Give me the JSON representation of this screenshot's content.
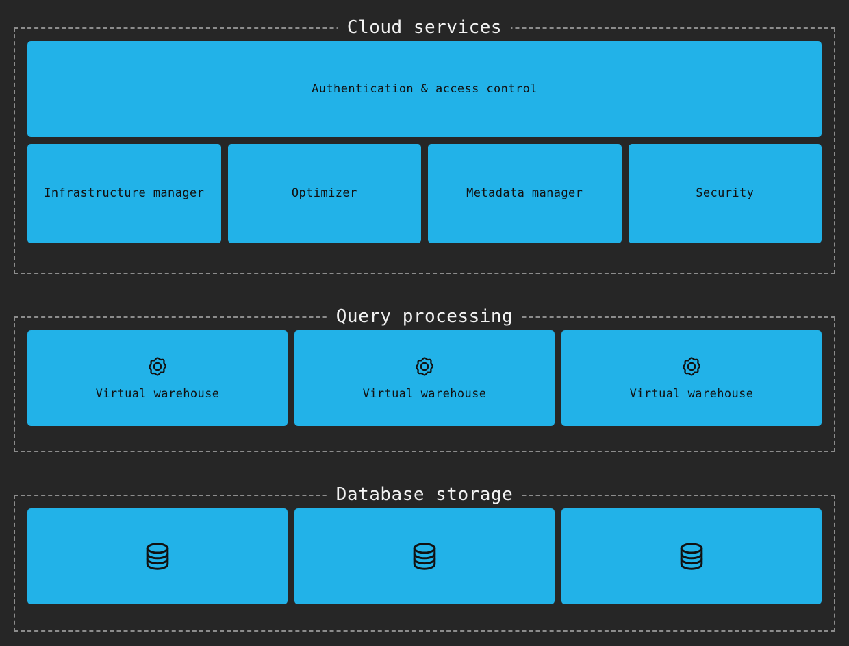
{
  "theme": {
    "background": "#262626",
    "node_fill": "#22b2e8",
    "node_text": "#111111",
    "border_dash": "#8c8c8c",
    "title_text": "#f2f2f2"
  },
  "sections": [
    {
      "id": "cloud-services",
      "title": "Cloud services",
      "rows": [
        {
          "nodes": [
            {
              "label": "Authentication & access control",
              "icon": null
            }
          ]
        },
        {
          "nodes": [
            {
              "label": "Infrastructure manager",
              "icon": null
            },
            {
              "label": "Optimizer",
              "icon": null
            },
            {
              "label": "Metadata manager",
              "icon": null
            },
            {
              "label": "Security",
              "icon": null
            }
          ]
        }
      ]
    },
    {
      "id": "query-processing",
      "title": "Query processing",
      "rows": [
        {
          "nodes": [
            {
              "label": "Virtual warehouse",
              "icon": "gear-icon"
            },
            {
              "label": "Virtual warehouse",
              "icon": "gear-icon"
            },
            {
              "label": "Virtual warehouse",
              "icon": "gear-icon"
            }
          ]
        }
      ]
    },
    {
      "id": "database-storage",
      "title": "Database storage",
      "rows": [
        {
          "nodes": [
            {
              "label": "",
              "icon": "database-icon"
            },
            {
              "label": "",
              "icon": "database-icon"
            },
            {
              "label": "",
              "icon": "database-icon"
            }
          ]
        }
      ]
    }
  ]
}
